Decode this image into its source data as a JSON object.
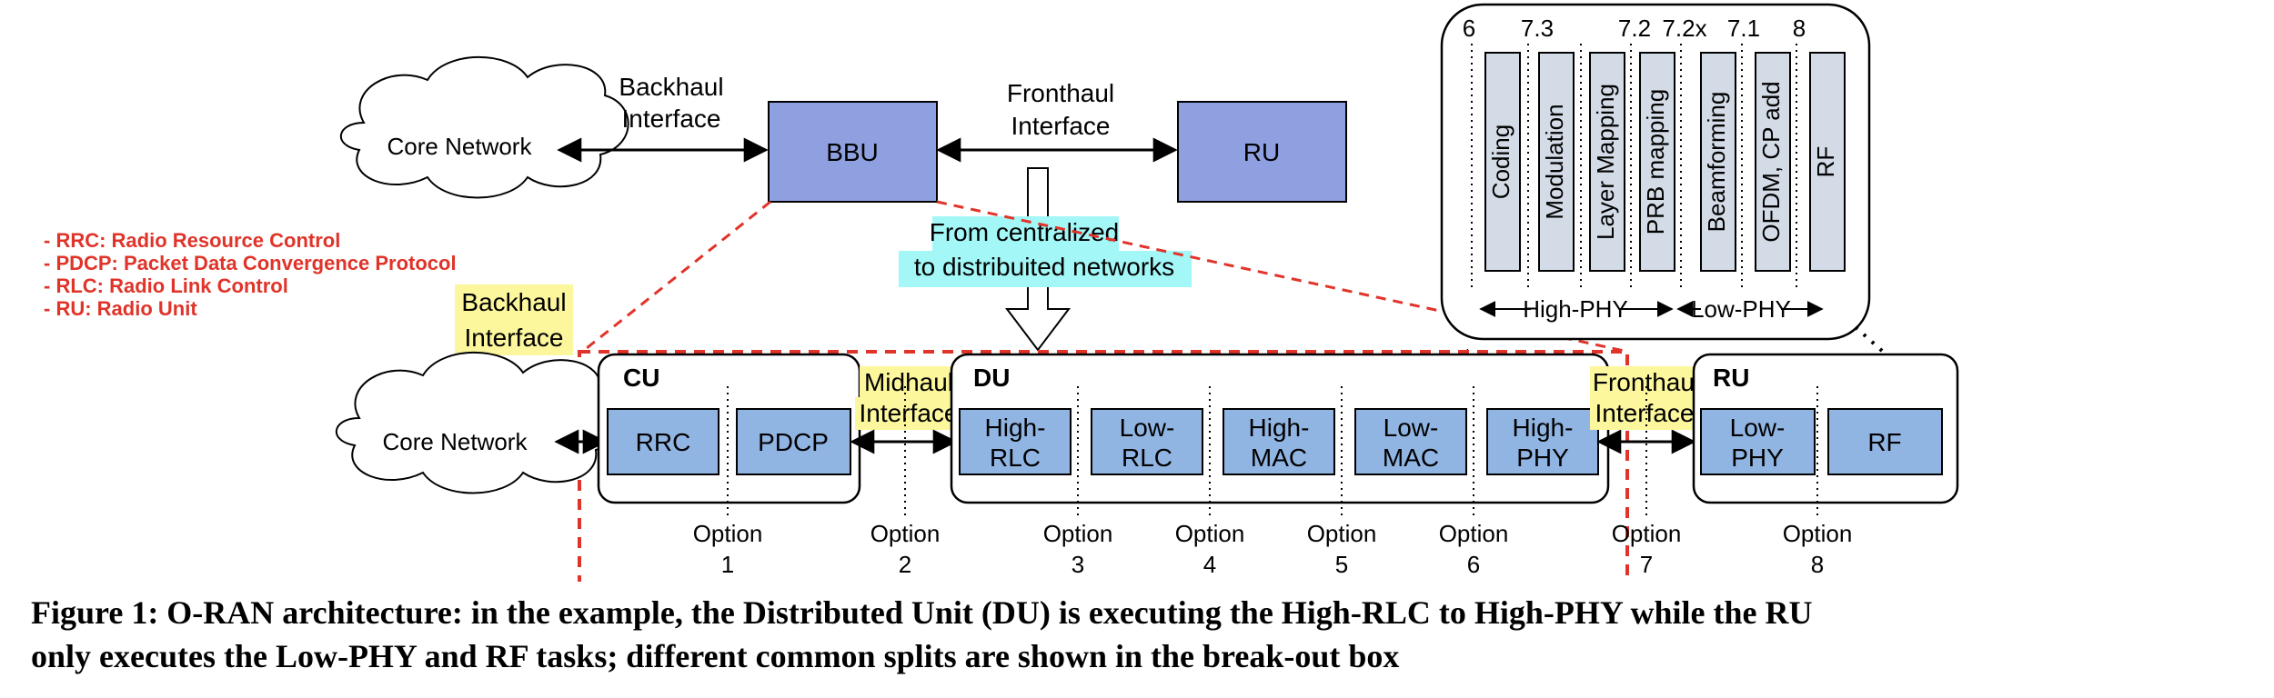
{
  "colors": {
    "bbu_fill": "#8ea0e0",
    "block_fill": "#91b5e3",
    "split_fill": "#d3dbe6",
    "highlight_yellow": "#fcf69c",
    "highlight_cyan": "#a3f7f7",
    "legend_red": "#e0342a",
    "breakout_red": "#e0342a"
  },
  "top": {
    "core_network": "Core Network",
    "backhaul_line1": "Backhaul",
    "backhaul_line2": "Interface",
    "bbu": "BBU",
    "fronthaul_line1": "Fronthaul",
    "fronthaul_line2": "Interface",
    "ru": "RU",
    "transition_line1": "From centralized",
    "transition_line2": "to distribuited networks"
  },
  "legend": [
    "- RRC: Radio Resource Control",
    "- PDCP: Packet Data Convergence Protocol",
    "- RLC: Radio Link Control",
    "- RU: Radio Unit"
  ],
  "bottom": {
    "backhaul_line1": "Backhaul",
    "backhaul_line2": "Interface",
    "core_network": "Core Network",
    "cu_title": "CU",
    "rrc": "RRC",
    "pdcp": "PDCP",
    "midhaul_line1": "Midhaul",
    "midhaul_line2": "Interface",
    "du_title": "DU",
    "du_blocks": [
      {
        "line1": "High-",
        "line2": "RLC"
      },
      {
        "line1": "Low-",
        "line2": "RLC"
      },
      {
        "line1": "High-",
        "line2": "MAC"
      },
      {
        "line1": "Low-",
        "line2": "MAC"
      },
      {
        "line1": "High-",
        "line2": "PHY"
      }
    ],
    "fronthaul_line1": "Fronthaul",
    "fronthaul_line2": "Interface",
    "ru_title": "RU",
    "ru_blocks": [
      {
        "line1": "Low-",
        "line2": "PHY"
      },
      {
        "line1": "RF",
        "line2": ""
      }
    ],
    "options": [
      {
        "word": "Option",
        "num": "1"
      },
      {
        "word": "Option",
        "num": "2"
      },
      {
        "word": "Option",
        "num": "3"
      },
      {
        "word": "Option",
        "num": "4"
      },
      {
        "word": "Option",
        "num": "5"
      },
      {
        "word": "Option",
        "num": "6"
      },
      {
        "word": "Option",
        "num": "7"
      },
      {
        "word": "Option",
        "num": "8"
      }
    ]
  },
  "breakout": {
    "split_numbers": [
      "6",
      "7.3",
      "7.2",
      "7.2x",
      "7.1",
      "8"
    ],
    "functions": [
      "Coding",
      "Modulation",
      "Layer Mapping",
      "PRB mapping",
      "Beamforming",
      "OFDM, CP add",
      "RF"
    ],
    "high_phy": "High-PHY",
    "low_phy": "Low-PHY"
  },
  "caption": {
    "line1": "Figure 1: O-RAN architecture: in the example, the Distributed Unit (DU) is executing the High-RLC to High-PHY while the RU",
    "line2": "only executes the Low-PHY and RF tasks; different common splits are shown in the break-out box"
  }
}
